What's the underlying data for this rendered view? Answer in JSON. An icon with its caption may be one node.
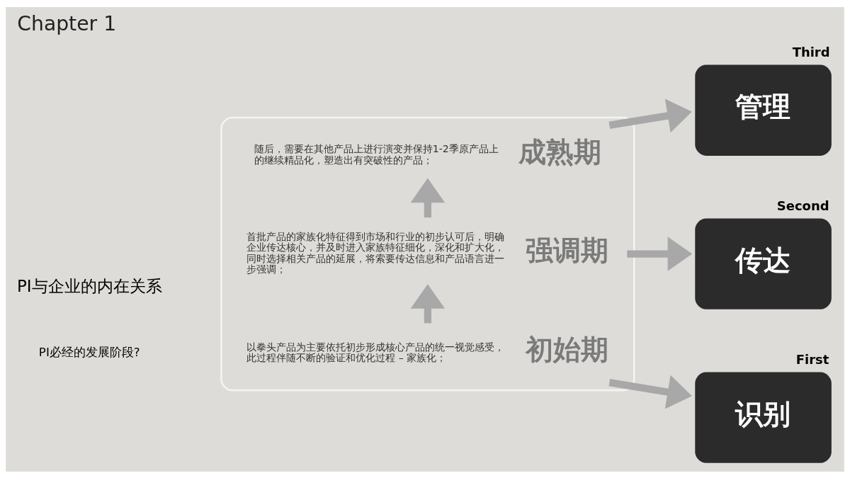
{
  "diagram": {
    "title": "Chapter 1",
    "nodes": [
      {
        "text": [],
        "shape": "box"
      },
      {
        "text": [
          "初始期"
        ],
        "beside": [
          "以拳头产品为主要依托初步形成核心产品的统一视觉感受，此过程伴随不断的验证和优化过程 – 家族化；"
        ],
        "in": 0
      },
      {
        "text": [
          "强调期"
        ],
        "beside": [
          "首批产品的家族化特征得到市场和行业的初步认可后，明确企业传达核心，并及时进入家族特征细化，深化和扩大化，同时选择相关产品的延展，将索要传达信息和产品语言进一步强调；"
        ],
        "in": 0
      },
      {
        "text": [
          "成熟期"
        ],
        "beside": [
          "随后，需要在其他产品上进行演变并保持1-2季原产品上的继续精品化，塑造出有突破性的产品；"
        ],
        "in": 0
      },
      {
        "text": [
          "First",
          "识别"
        ]
      },
      {
        "text": [
          "Second",
          "传达"
        ]
      },
      {
        "text": [
          "Third",
          "管理"
        ]
      }
    ],
    "edges": [
      {
        "from": 1,
        "to": 2,
        "arrow": "to"
      },
      {
        "from": 2,
        "to": 3,
        "arrow": "to"
      },
      {
        "from": 1,
        "to": 4,
        "arrow": "to"
      },
      {
        "from": 2,
        "to": 5,
        "arrow": "to"
      },
      {
        "from": 3,
        "to": 6,
        "arrow": "to"
      }
    ],
    "labels": [
      "PI与企业的内在关系",
      "PI必经的发展阶段?"
    ]
  }
}
